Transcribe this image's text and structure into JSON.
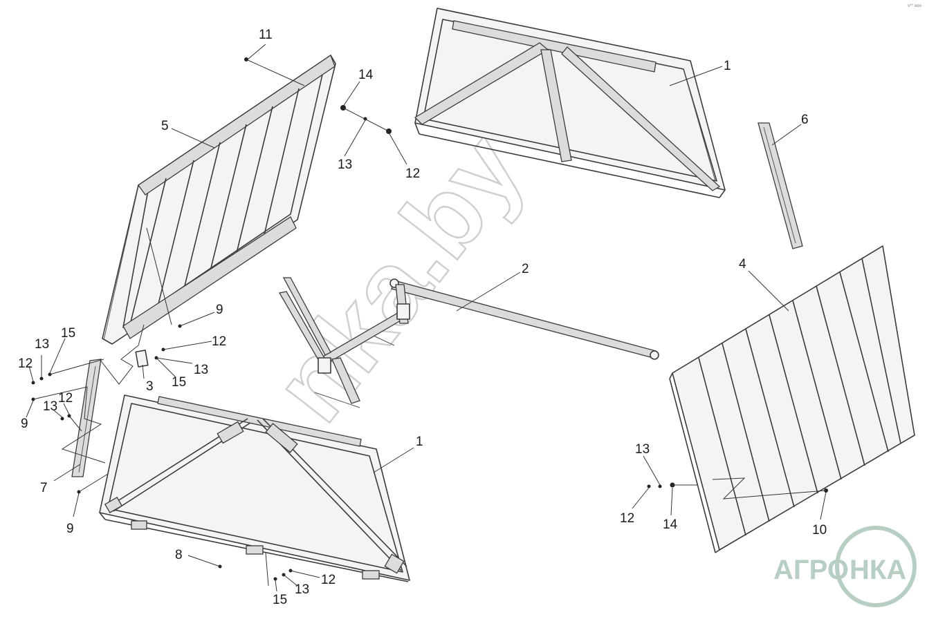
{
  "callouts": {
    "c1_top": "1",
    "c1_bottom": "1",
    "c2": "2",
    "c3": "3",
    "c4": "4",
    "c5": "5",
    "c6": "6",
    "c7": "7",
    "c8": "8",
    "c9_a": "9",
    "c9_b": "9",
    "c9_c": "9",
    "c10": "10",
    "c11": "11",
    "c12_a": "12",
    "c12_b": "12",
    "c12_c": "12",
    "c12_d": "12",
    "c12_e": "12",
    "c12_f": "12",
    "c13_a": "13",
    "c13_b": "13",
    "c13_c": "13",
    "c13_d": "13",
    "c13_e": "13",
    "c13_f": "13",
    "c14_a": "14",
    "c14_b": "14",
    "c15_a": "15",
    "c15_b": "15",
    "c15_c": "15"
  },
  "watermark": {
    "text": "nka.by",
    "color": "#cfcfcf"
  },
  "logo": {
    "left_text": "АГРО",
    "right_text": "НКА",
    "color": "#b7cfc2"
  },
  "corner_mark": "s^° ooo"
}
